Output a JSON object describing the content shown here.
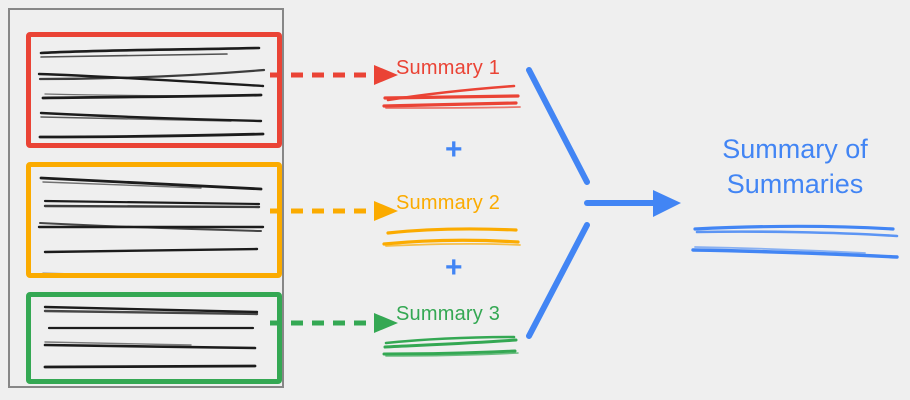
{
  "diagram": {
    "title": "Map-reduce summarization diagram",
    "background_color": "#efefef"
  },
  "documents_panel": {
    "name": "source-documents-container",
    "border_color": "#878787",
    "groups": [
      {
        "id": "doc-group-1",
        "color": "#EA4335",
        "color_name": "red",
        "line_count": 5,
        "feeds": "Summary 1"
      },
      {
        "id": "doc-group-2",
        "color": "#FBAB00",
        "color_name": "orange",
        "line_count": 5,
        "feeds": "Summary 2"
      },
      {
        "id": "doc-group-3",
        "color": "#34A853",
        "color_name": "green",
        "line_count": 4,
        "feeds": "Summary 3"
      }
    ]
  },
  "connectors": {
    "dashed_arrows": [
      {
        "id": "arrow-1",
        "color": "#EA4335",
        "style": "dashed",
        "direction": "right"
      },
      {
        "id": "arrow-2",
        "color": "#FBAB00",
        "style": "dashed",
        "direction": "right"
      },
      {
        "id": "arrow-3",
        "color": "#34A853",
        "style": "dashed",
        "direction": "right"
      }
    ],
    "merge": {
      "id": "merge-arrow",
      "color": "#4285F4",
      "style": "solid",
      "shape": "converging-v-with-right-arrow"
    }
  },
  "summaries": [
    {
      "label": "Summary 1",
      "color": "#EA4335",
      "stroke_count": 3
    },
    {
      "label": "Summary 2",
      "color": "#FBAB00",
      "stroke_count": 3
    },
    {
      "label": "Summary 3",
      "color": "#34A853",
      "stroke_count": 3
    }
  ],
  "operators": [
    {
      "symbol": "+",
      "color": "#4285F4"
    },
    {
      "symbol": "+",
      "color": "#4285F4"
    }
  ],
  "final": {
    "line1": "Summary of",
    "line2": "Summaries",
    "color": "#4285F4",
    "stroke_count": 4
  }
}
